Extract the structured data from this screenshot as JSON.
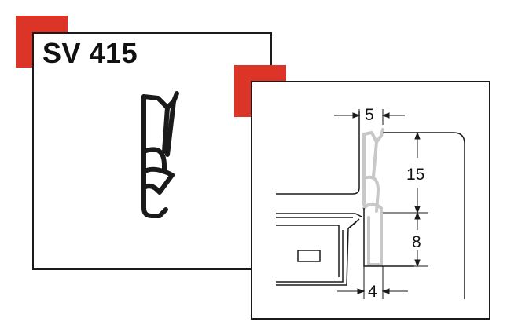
{
  "product": {
    "code": "SV 415"
  },
  "dimensions": {
    "top_width": "5",
    "upper_height": "15",
    "lower_height": "8",
    "bottom_width": "4"
  },
  "colors": {
    "accent": "#dd3428",
    "outline": "#1a1a1a",
    "seal_profile": "#c8c8c8",
    "background": "#ffffff"
  }
}
